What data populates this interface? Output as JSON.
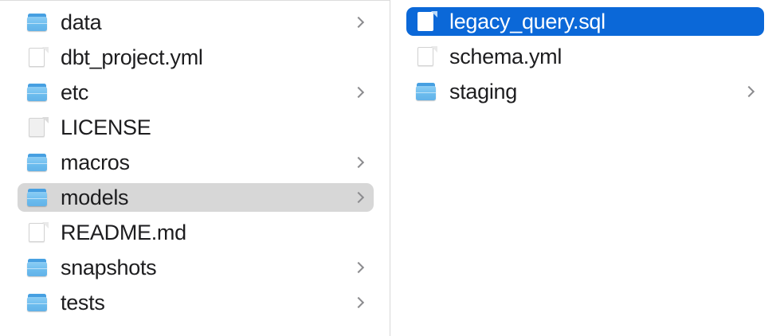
{
  "window": {
    "view_mode": "column",
    "accent_selected_color": "#0b68d8",
    "inactive_selected_color": "#d7d7d7",
    "text_color": "#1d1d1f",
    "folder_color": "#6bbcee",
    "divider_color": "#d7d7d7"
  },
  "columns": [
    {
      "name": "parent-column",
      "items": [
        {
          "label": "data",
          "kind": "folder",
          "icon": "folder-icon",
          "has_children": true,
          "state": "normal"
        },
        {
          "label": "dbt_project.yml",
          "kind": "file",
          "icon": "document-icon",
          "has_children": false,
          "state": "normal"
        },
        {
          "label": "etc",
          "kind": "folder",
          "icon": "folder-icon",
          "has_children": true,
          "state": "normal"
        },
        {
          "label": "LICENSE",
          "kind": "file",
          "icon": "document-icon",
          "has_children": false,
          "state": "normal"
        },
        {
          "label": "macros",
          "kind": "folder",
          "icon": "folder-icon",
          "has_children": true,
          "state": "normal"
        },
        {
          "label": "models",
          "kind": "folder",
          "icon": "folder-icon",
          "has_children": true,
          "state": "selected-inactive"
        },
        {
          "label": "README.md",
          "kind": "file",
          "icon": "document-icon",
          "has_children": false,
          "state": "normal"
        },
        {
          "label": "snapshots",
          "kind": "folder",
          "icon": "folder-icon",
          "has_children": true,
          "state": "normal"
        },
        {
          "label": "tests",
          "kind": "folder",
          "icon": "folder-icon",
          "has_children": true,
          "state": "normal"
        }
      ]
    },
    {
      "name": "child-column",
      "items": [
        {
          "label": "legacy_query.sql",
          "kind": "file",
          "icon": "document-icon",
          "has_children": false,
          "state": "selected-active"
        },
        {
          "label": "schema.yml",
          "kind": "file",
          "icon": "document-icon",
          "has_children": false,
          "state": "normal"
        },
        {
          "label": "staging",
          "kind": "folder",
          "icon": "folder-icon",
          "has_children": true,
          "state": "normal"
        }
      ]
    }
  ]
}
